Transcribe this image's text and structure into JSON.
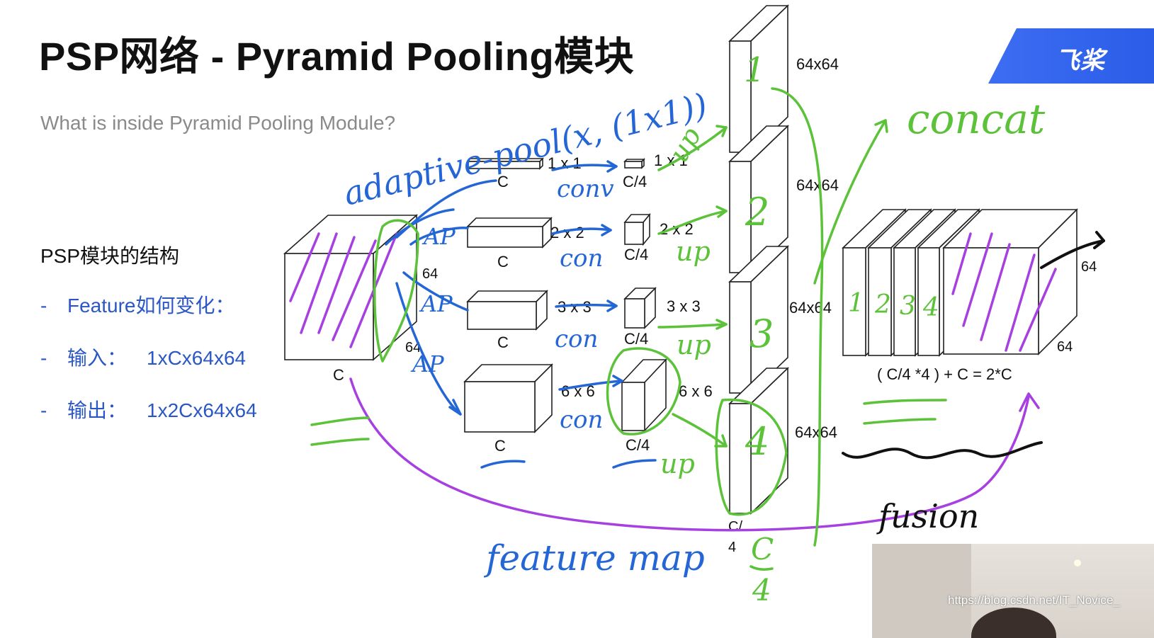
{
  "slide": {
    "title": "PSP网络 - Pyramid Pooling模块",
    "subtitle": "What is inside Pyramid Pooling Module?",
    "logo_text": "飞桨",
    "section_title": "PSP模块的结构",
    "bullets": [
      {
        "dash": "-",
        "label": "Feature如何变化：",
        "value": ""
      },
      {
        "dash": "-",
        "label": "输入：",
        "value": "1xCx64x64"
      },
      {
        "dash": "-",
        "label": "输出：",
        "value": "1x2Cx64x64"
      }
    ]
  },
  "diagram": {
    "input": {
      "channels": "C",
      "side_h": "64",
      "side_w": "64"
    },
    "branches": [
      {
        "pool": "1 x 1",
        "pool_c": "C",
        "conv": "1 x 1",
        "conv_c": "C/4",
        "up_size": "64x64",
        "hand_number": "1"
      },
      {
        "pool": "2 x 2",
        "pool_c": "C",
        "conv": "2 x 2",
        "conv_c": "C/4",
        "up_size": "64x64",
        "hand_number": "2"
      },
      {
        "pool": "3 x 3",
        "pool_c": "C",
        "conv": "3 x 3",
        "conv_c": "C/4",
        "up_size": "64x64",
        "hand_number": "3"
      },
      {
        "pool": "6 x 6",
        "pool_c": "C",
        "conv": "6 x 6",
        "conv_c": "C/4",
        "up_size": "64x64",
        "hand_number": "4"
      }
    ],
    "stack_bottom_c": "C/",
    "stack_bottom_4": "4",
    "output": {
      "formula": "( C/4 *4 ) + C = 2*C",
      "side_h": "64",
      "side_w": "64",
      "hand_numbers": [
        "1",
        "2",
        "3",
        "4"
      ]
    },
    "annotations": {
      "adaptive_pool": "adaptive-pool(x, (1x1))",
      "conv": "conv",
      "conv_short": "con",
      "ap": "AP",
      "up": "up",
      "concat": "concat",
      "fusion": "fusion",
      "feature_map": "feature map",
      "c_over_4_top": "C",
      "c_over_4_bottom": "4"
    },
    "ink_colors": {
      "green": "#5cc23a",
      "blue": "#2566d6",
      "purple": "#a640e0",
      "black": "#111111"
    }
  },
  "watermark": "https://blog.csdn.net/IT_Novice_"
}
